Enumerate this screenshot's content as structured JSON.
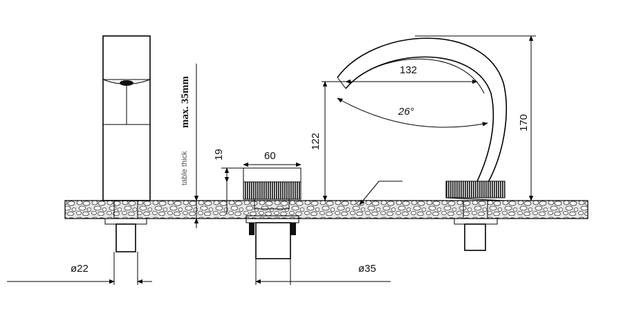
{
  "labels": {
    "dia_left": "ø22",
    "dia_center": "ø35",
    "width_handle": "60",
    "height_handle": "19",
    "table_thick": "table thick",
    "max_thick": "max. 35mm",
    "spout_reach": "132",
    "spout_angle": "26°",
    "spout_height": "122",
    "total_height": "170"
  },
  "colors": {
    "line": "#000000",
    "countertop_fill": "#e6e6e6",
    "stone_stroke": "#333333",
    "handle_dark": "#222222"
  },
  "icons": {
    "countertop": "pebble-countertop-pattern",
    "handle": "knurled-handle"
  }
}
